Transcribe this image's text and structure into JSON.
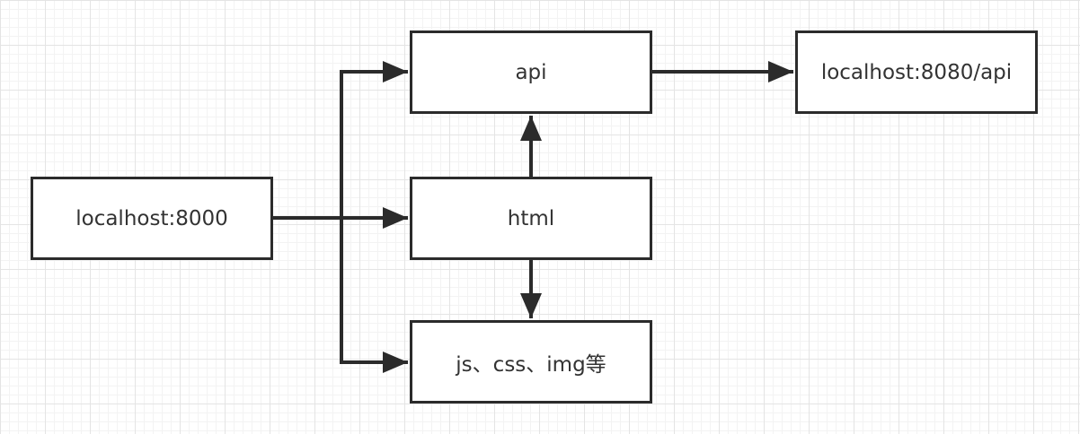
{
  "diagram": {
    "nodes": {
      "source": "localhost:8000",
      "api": "api",
      "html": "html",
      "assets": "js、css、img等",
      "target": "localhost:8080/api"
    },
    "colors": {
      "stroke": "#2b2b2b",
      "text": "#333333",
      "box_fill": "#ffffff",
      "grid_major": "#e4e4e4",
      "grid_minor": "#f3f3f3"
    }
  }
}
